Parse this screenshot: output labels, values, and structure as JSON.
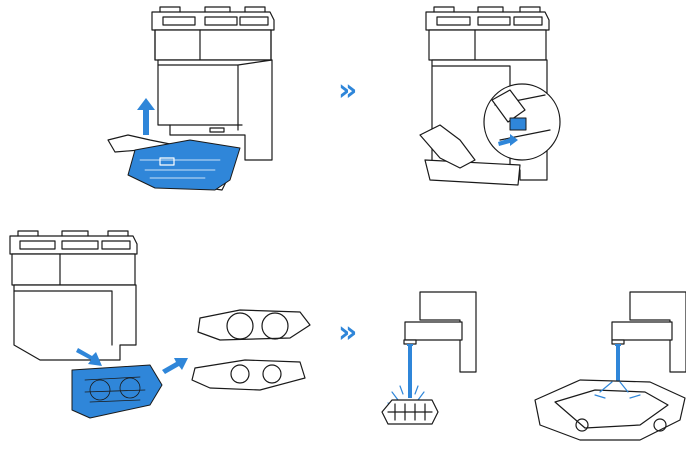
{
  "colors": {
    "accent_blue": "#2f86d9",
    "line": "#1a1a1a",
    "paper": "#ffffff"
  },
  "steps": [
    {
      "id": "step-1",
      "description_icon": "station-lift-baseplate-icon"
    },
    {
      "id": "step-2",
      "description_icon": "station-release-latch-icon"
    },
    {
      "id": "step-3",
      "description_icon": "station-remove-tray-icon"
    },
    {
      "id": "step-4",
      "description_icon": "rinse-filter-under-tap-icon"
    },
    {
      "id": "step-5",
      "description_icon": "rinse-tray-under-tap-icon"
    }
  ],
  "separators": {
    "symbol": "»"
  }
}
